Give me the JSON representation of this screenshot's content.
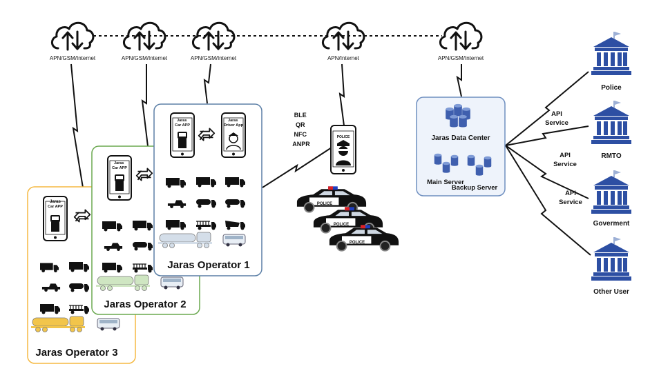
{
  "network": {
    "clouds": [
      {
        "label": "APN/GSM/Internet"
      },
      {
        "label": "APN/GSM/Internet"
      },
      {
        "label": "APN/GSM/Internet"
      },
      {
        "label": "APN/Internet"
      },
      {
        "label": "APN/GSM/Internet"
      }
    ]
  },
  "operators": [
    {
      "name": "Jaras Operator 3",
      "color": "#f5b942",
      "car_app": "Jaras\nCar APP"
    },
    {
      "name": "Jaras Operator 2",
      "color": "#6aa84f",
      "car_app": "Jaras\nCar APP"
    },
    {
      "name": "Jaras Operator 1",
      "color": "#5b7fa6",
      "car_app": "Jaras\nCar APP",
      "driver_app": "Jaras\nDriver App"
    }
  ],
  "police_link": {
    "tech": [
      "BLE",
      "QR",
      "NFC",
      "ANPR"
    ],
    "phone_label": "POLICE",
    "car_label": "POLICE"
  },
  "data_center": {
    "title": "Jaras Data Center",
    "main_server": "Main Server",
    "backup_server": "Backup Server",
    "border_color": "#6f8fc0"
  },
  "api": {
    "labels": [
      "API\nService",
      "API\nService",
      "API\nService"
    ]
  },
  "consumers": [
    {
      "name": "Police"
    },
    {
      "name": "RMTO"
    },
    {
      "name": "Goverment"
    },
    {
      "name": "Other User"
    }
  ],
  "colors": {
    "institution": "#2d4fa3",
    "icon": "#111111"
  }
}
